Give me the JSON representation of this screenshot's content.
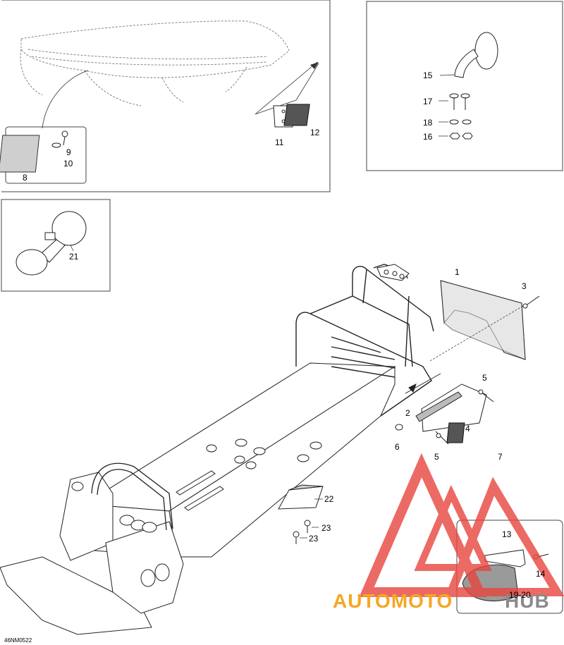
{
  "parts": {
    "p1": "1",
    "p2": "2",
    "p3": "3",
    "p4": "4",
    "p5a": "5",
    "p5b": "5",
    "p6": "6",
    "p7": "7",
    "p8": "8",
    "p9": "9",
    "p10": "10",
    "p11": "11",
    "p12": "12",
    "p13": "13",
    "p14": "14",
    "p15": "15",
    "p16": "16",
    "p17": "17",
    "p18": "18",
    "p1920": "19-20",
    "p21": "21",
    "p22": "22",
    "p23a": "23",
    "p23b": "23"
  },
  "reference_code": "46NM0522",
  "watermark": {
    "word_orange": "AUTOMOTO",
    "word_gray": "HUB",
    "colors": {
      "triangle": "#e8463e",
      "orange": "#f5a623",
      "gray": "#8a8a8a"
    }
  }
}
